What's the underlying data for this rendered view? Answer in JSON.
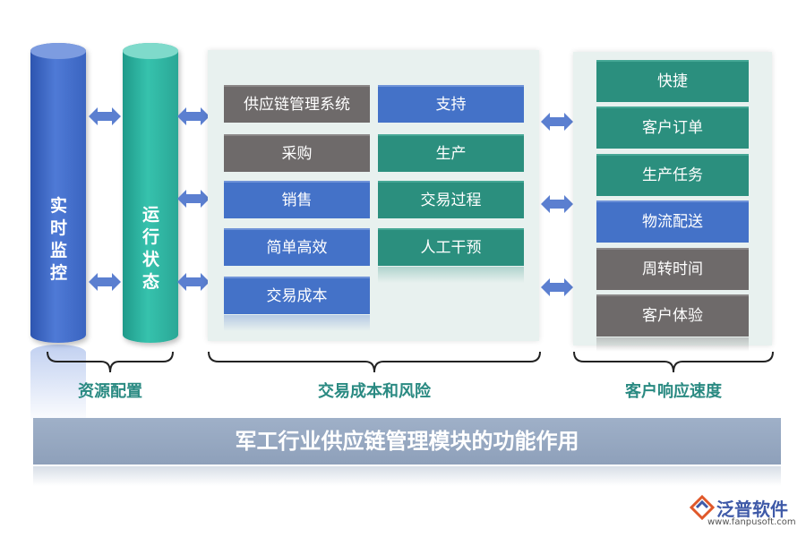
{
  "cylinders": {
    "monitor_label": "实时监控",
    "status_label": "运行状态"
  },
  "middle_panel": {
    "left_column": [
      "供应链管理系统",
      "采购",
      "销售",
      "简单高效",
      "交易成本"
    ],
    "right_column": [
      "支持",
      "生产",
      "交易过程",
      "人工干预"
    ]
  },
  "right_panel": {
    "items": [
      "快捷",
      "客户订单",
      "生产任务",
      "物流配送",
      "周转时间",
      "客户体验"
    ]
  },
  "brace_labels": {
    "resource": "资源配置",
    "cost_risk": "交易成本和风险",
    "response": "客户响应速度"
  },
  "banner_title": "军工行业供应链管理模块的功能作用",
  "logo": {
    "brand": "泛普软件",
    "url": "www.fanpusoft.com"
  },
  "colors": {
    "blue": "#4472c8",
    "gray": "#6e6a6a",
    "teal": "#2b8f7e",
    "arrow": "#5b7fd0",
    "brace_text": "#2a8a82"
  }
}
